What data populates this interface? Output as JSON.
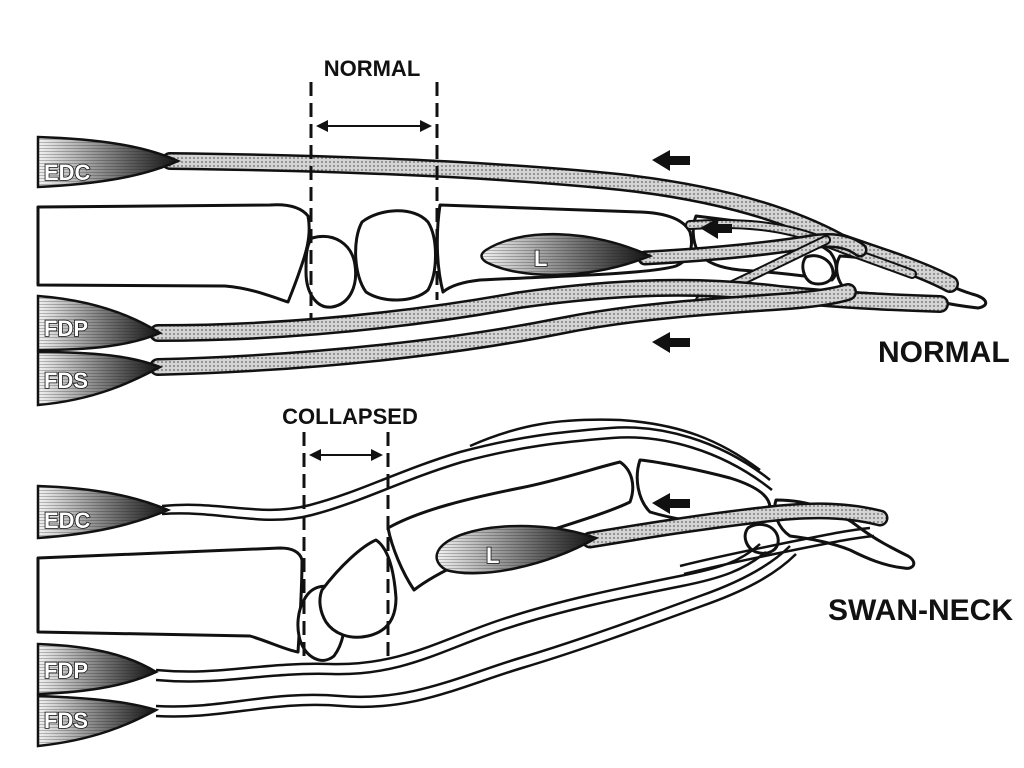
{
  "top_panel": {
    "zone_label": "NORMAL",
    "caption": "NORMAL",
    "muscles": {
      "edc": "EDC",
      "fdp": "FDP",
      "fds": "FDS",
      "lumbrical": "L"
    }
  },
  "bottom_panel": {
    "zone_label": "COLLAPSED",
    "caption": "SWAN-NECK",
    "muscles": {
      "edc": "EDC",
      "fdp": "FDP",
      "fds": "FDS",
      "lumbrical": "L"
    }
  },
  "colors": {
    "ink": "#111111",
    "tendon_fill": "#c9c9c9",
    "paper": "#ffffff"
  }
}
